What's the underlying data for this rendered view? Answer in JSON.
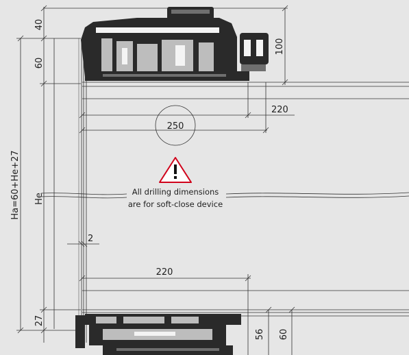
{
  "dimensions": {
    "d40": "40",
    "d60_left": "60",
    "d100": "100",
    "d220_top": "220",
    "d250": "250",
    "he": "He",
    "ha_formula": "Ha=60+He+27",
    "d2": "2",
    "d220_bottom": "220",
    "d27": "27",
    "d56": "56",
    "d60_bottom": "60"
  },
  "warning": {
    "line1": "All drilling dimensions",
    "line2": "are for soft-close device",
    "colors": {
      "triangle_stroke": "#d0021b",
      "mark": "#111111"
    }
  },
  "colors": {
    "background": "#e6e6e6",
    "line": "#333333",
    "mechanism": "#2a2a2a"
  }
}
